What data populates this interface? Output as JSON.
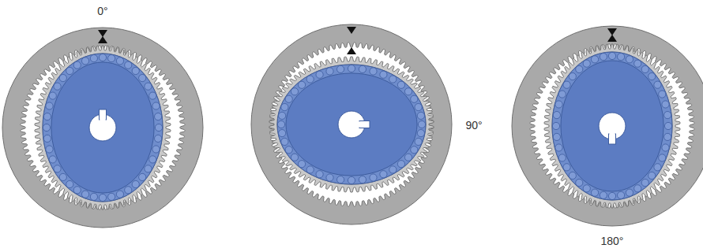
{
  "diagram": {
    "labels": [
      "0°",
      "90°",
      "180°"
    ]
  }
}
